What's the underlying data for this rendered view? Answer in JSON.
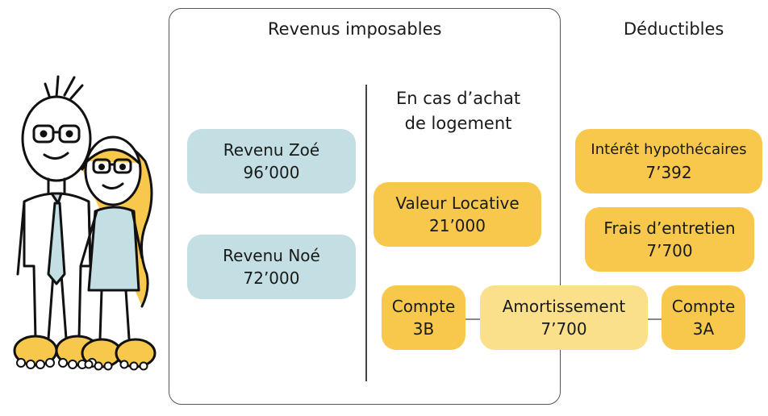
{
  "headings": {
    "taxable": "Revenus imposables",
    "deductible": "Déductibles",
    "purchase_line1": "En cas d’achat",
    "purchase_line2": "de logement"
  },
  "income": [
    {
      "label": "Revenu Zoé",
      "value": "96’000"
    },
    {
      "label": "Revenu Noé",
      "value": "72’000"
    }
  ],
  "rental_value": {
    "label": "Valeur Locative",
    "value": "21’000"
  },
  "deductions": [
    {
      "label": "Intérêt hypothécaires",
      "value": "7’392"
    },
    {
      "label": "Frais d’entretien",
      "value": "7’700"
    }
  ],
  "amortization": {
    "left": {
      "line1": "Compte",
      "line2": "3B"
    },
    "center": {
      "label": "Amortissement",
      "value": "7’700"
    },
    "right": {
      "line1": "Compte",
      "line2": "3A"
    }
  },
  "colors": {
    "blue_box": "#c3dfe3",
    "yellow_box": "#f8c84c",
    "light_yellow_box": "#fbe08c"
  },
  "icons": [
    "couple-illustration"
  ]
}
